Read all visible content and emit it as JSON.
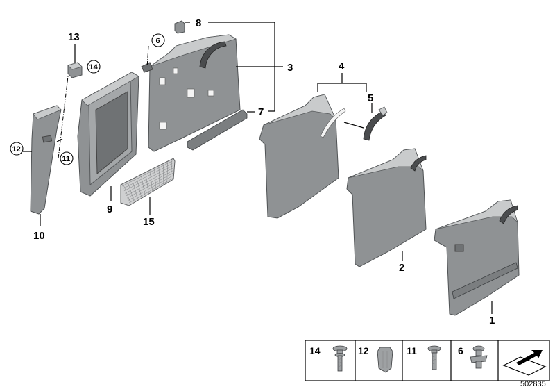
{
  "diagram": {
    "callouts": {
      "p1": "1",
      "p2": "2",
      "p3": "3",
      "p4": "4",
      "p5": "5",
      "p6": "6",
      "p7": "7",
      "p8": "8",
      "p9": "9",
      "p10": "10",
      "p11": "11",
      "p12": "12",
      "p13": "13",
      "p14": "14",
      "p15": "15"
    },
    "legend": {
      "items": [
        "14",
        "12",
        "11",
        "6"
      ]
    },
    "document_number": "502835"
  }
}
